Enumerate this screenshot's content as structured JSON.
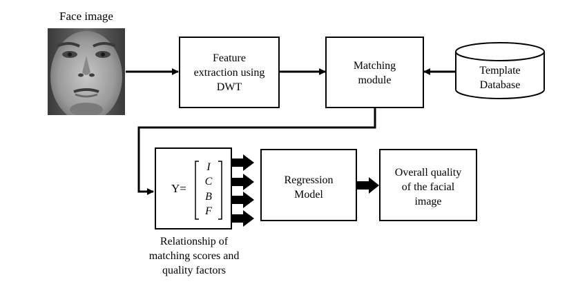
{
  "face_label": "Face image",
  "feature_box": {
    "lines": [
      "Feature",
      "extraction using",
      "DWT"
    ]
  },
  "matching_box": {
    "lines": [
      "Matching",
      "module"
    ]
  },
  "template_db": {
    "lines": [
      "Template",
      "Database"
    ]
  },
  "matrix": {
    "lhs": "Y=",
    "items": [
      "I",
      "C",
      "B",
      "F"
    ]
  },
  "matrix_caption": {
    "lines": [
      "Relationship of",
      "matching scores and",
      "quality factors"
    ]
  },
  "regression_box": {
    "lines": [
      "Regression",
      "Model"
    ]
  },
  "output_box": {
    "lines": [
      "Overall quality",
      "of the facial",
      "image"
    ]
  }
}
